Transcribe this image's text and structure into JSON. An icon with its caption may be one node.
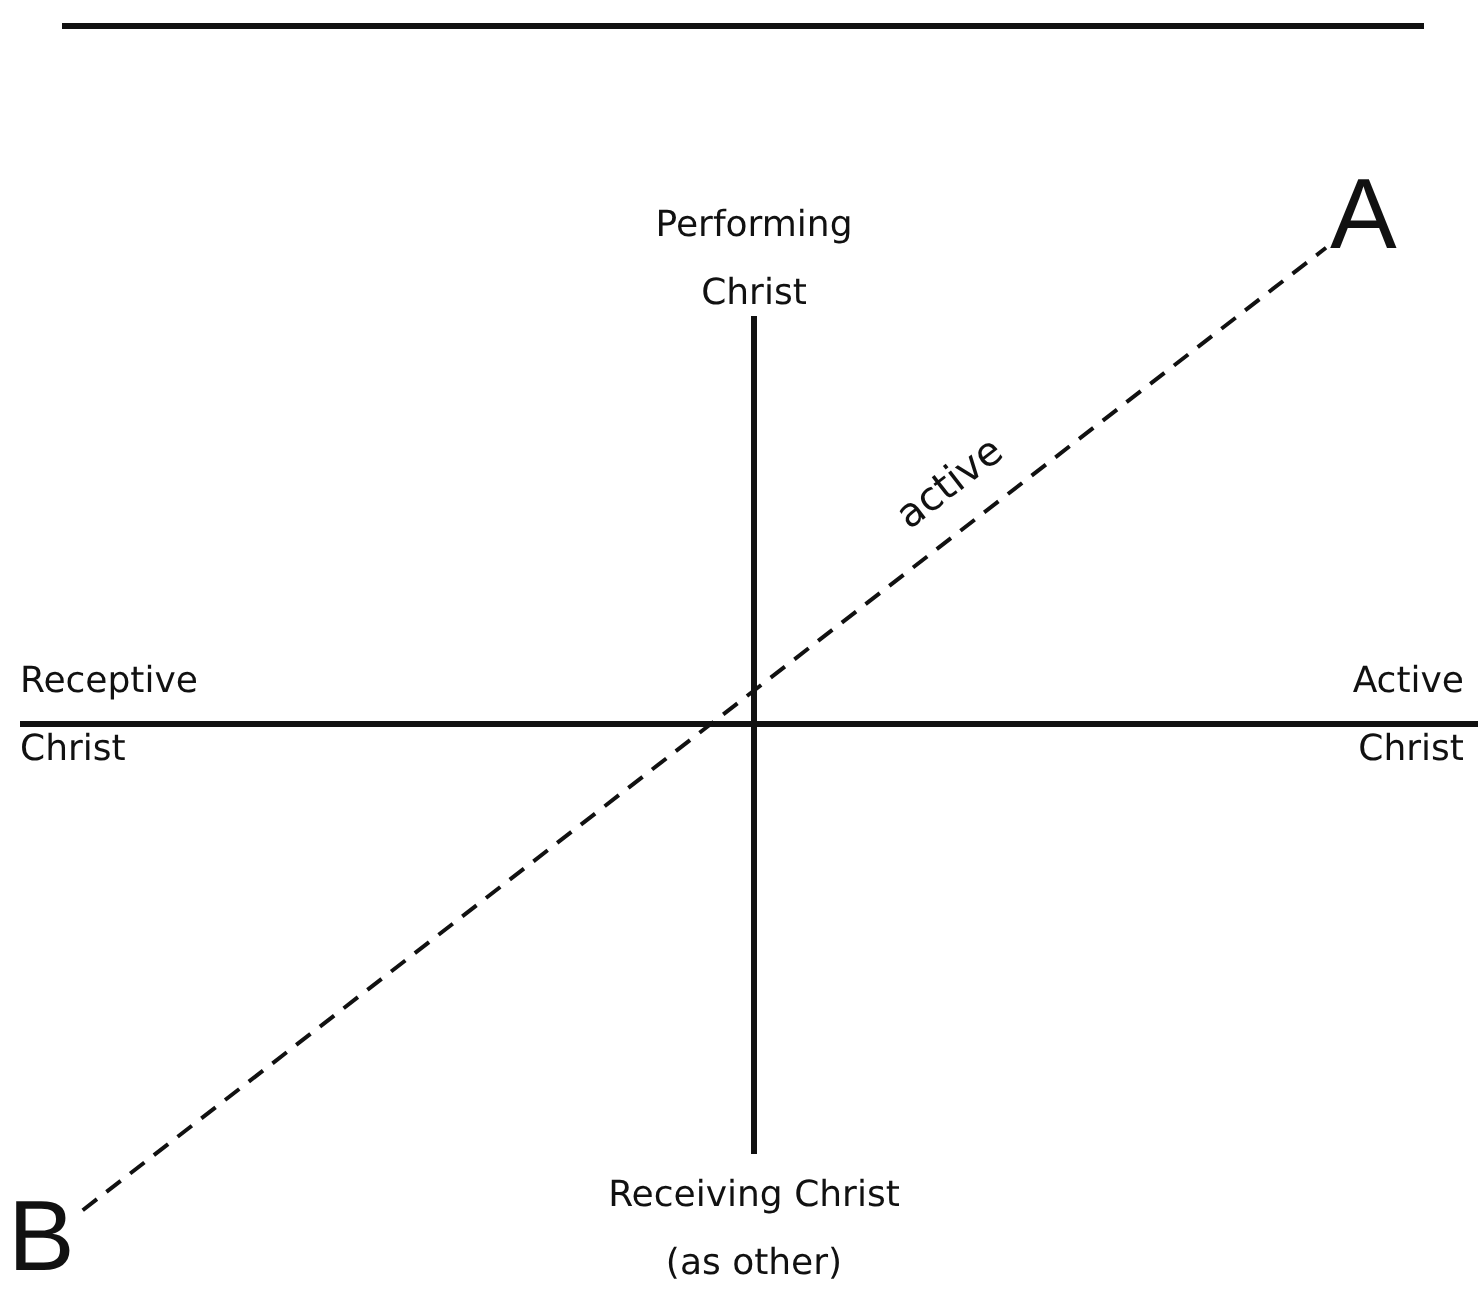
{
  "diagram": {
    "nodes": [
      {
        "text": [
          "A"
        ]
      },
      {
        "text": [
          "B"
        ]
      }
    ],
    "edges": [
      {
        "from": 1,
        "to": 0,
        "arrow": "none",
        "style": "dashed",
        "label": "active"
      }
    ],
    "labels": [
      "Performing Christ",
      "Receptive Christ",
      "Active Christ",
      "Receiving Christ (as other)"
    ]
  }
}
